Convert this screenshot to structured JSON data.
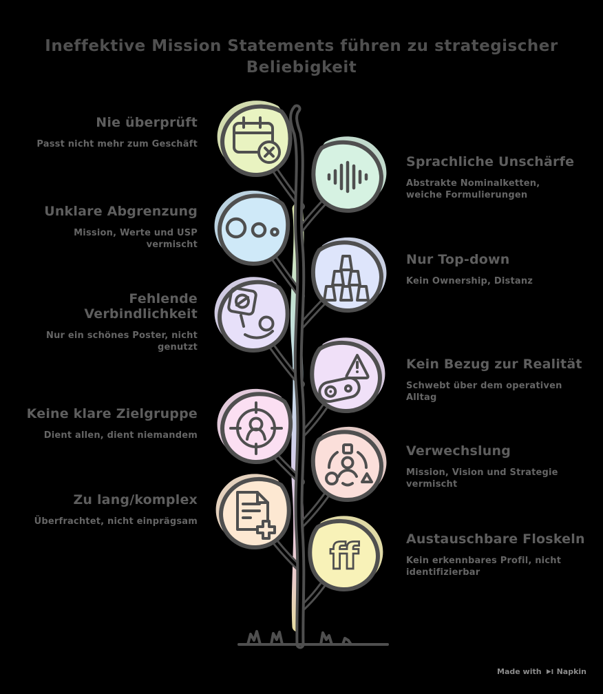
{
  "title": {
    "line1": "Ineffektive Mission Statements führen zu strategischer",
    "line2": "Beliebigkeit"
  },
  "left_items": [
    {
      "heading": "Nie überprüft",
      "subtext": "Passt nicht mehr zum Geschäft",
      "leaf_color": "#e9f3c1",
      "icon": "calendar-x-icon"
    },
    {
      "heading": "Unklare Abgrenzung",
      "subtext": "Mission, Werte und USP vermischt",
      "leaf_color": "#cfe9f8",
      "icon": "ellipsis-circles-icon"
    },
    {
      "heading": "Fehlende Verbindlichkeit",
      "subtext": "Nur ein schönes Poster, nicht genutzt",
      "leaf_color": "#e7e0f9",
      "icon": "poster-person-icon"
    },
    {
      "heading": "Keine klare Zielgruppe",
      "subtext": "Dient allen, dient niemandem",
      "leaf_color": "#fbdff2",
      "icon": "target-person-icon"
    },
    {
      "heading": "Zu lang/komplex",
      "subtext": "Überfrachtet, nicht einprägsam",
      "leaf_color": "#fde8d2",
      "icon": "document-plus-icon"
    }
  ],
  "right_items": [
    {
      "heading": "Sprachliche Unschärfe",
      "subtext": "Abstrakte Nominalketten, weiche Formulierungen",
      "leaf_color": "#d6f2e2",
      "icon": "waveform-icon"
    },
    {
      "heading": "Nur Top-down",
      "subtext": "Kein Ownership, Distanz",
      "leaf_color": "#dee5fb",
      "icon": "cup-pyramid-icon"
    },
    {
      "heading": "Kein Bezug zur Realität",
      "subtext": "Schwebt über dem operativen Alltag",
      "leaf_color": "#f0e0f8",
      "icon": "warning-lever-icon"
    },
    {
      "heading": "Verwechslung",
      "subtext": "Mission, Vision und Strategie vermischt",
      "leaf_color": "#fbdfda",
      "icon": "person-shapes-icon"
    },
    {
      "heading": "Austauschbare Floskeln",
      "subtext": "Kein erkennbares Profil, nicht identifizierbar",
      "leaf_color": "#f8f2b8",
      "icon": "ff-monogram-icon",
      "icon_text": "ff"
    }
  ],
  "footer": {
    "made_with": "Made with",
    "brand": "Napkin"
  },
  "colors": {
    "background": "#000000",
    "ink": "#4f4f4f",
    "title_text": "#505050",
    "heading_text": "#5e5e5e",
    "subtext_text": "#656565",
    "footer_text": "#8b8b8b",
    "ribbon": [
      "#e9f2b6",
      "#cdeedd",
      "#cfe8f7",
      "#ddd9f6",
      "#f5d4e8",
      "#f6d7d4",
      "#f3e9a8"
    ]
  }
}
